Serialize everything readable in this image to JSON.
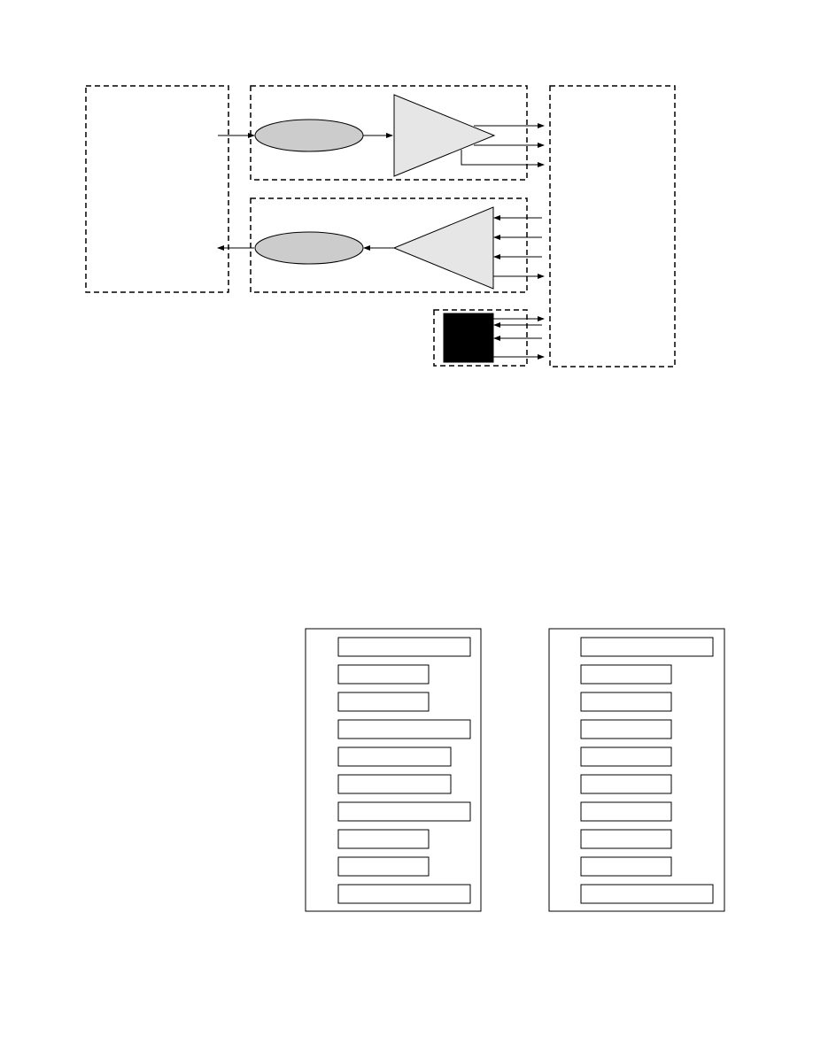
{
  "diagram": {
    "colors": {
      "stroke": "#000000",
      "ellipse_fill": "#cccccc",
      "triangle_fill": "#e6e6e6",
      "block_fill": "#000000",
      "background": "#ffffff"
    },
    "nodes": [
      {
        "id": "left-block",
        "shape": "dashed-rectangle"
      },
      {
        "id": "upper-path-block",
        "shape": "dashed-rectangle"
      },
      {
        "id": "lower-path-block",
        "shape": "dashed-rectangle"
      },
      {
        "id": "right-block",
        "shape": "dashed-rectangle"
      },
      {
        "id": "small-block",
        "shape": "dashed-rectangle"
      },
      {
        "id": "upper-ellipse",
        "shape": "ellipse"
      },
      {
        "id": "lower-ellipse",
        "shape": "ellipse"
      },
      {
        "id": "upper-triangle",
        "shape": "triangle"
      },
      {
        "id": "lower-triangle",
        "shape": "triangle"
      },
      {
        "id": "black-square",
        "shape": "filled-rectangle"
      }
    ],
    "lists": [
      {
        "id": "left-list",
        "slot_count": 10
      },
      {
        "id": "right-list",
        "slot_count": 10
      }
    ]
  }
}
